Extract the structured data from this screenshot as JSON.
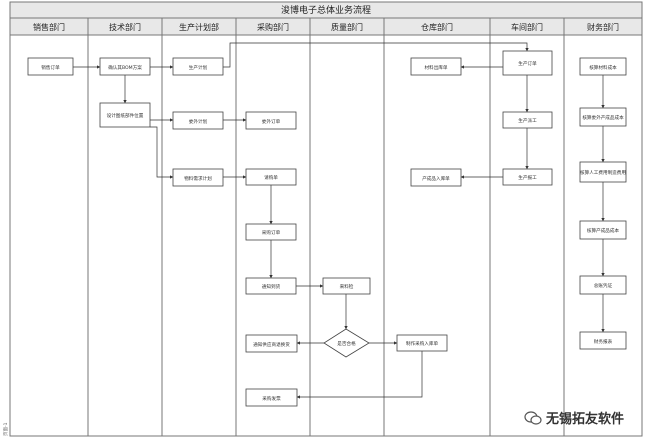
{
  "title": "浚博电子总体业务流程",
  "side_label": "页面-1",
  "watermark": "无锡拓友软件",
  "lanes": [
    {
      "id": "sales",
      "label": "销售部门"
    },
    {
      "id": "tech",
      "label": "技术部门"
    },
    {
      "id": "plan",
      "label": "生产计划部"
    },
    {
      "id": "purchase",
      "label": "采购部门"
    },
    {
      "id": "quality",
      "label": "质量部门"
    },
    {
      "id": "warehouse",
      "label": "仓库部门"
    },
    {
      "id": "workshop",
      "label": "车间部门"
    },
    {
      "id": "finance",
      "label": "财务部门"
    }
  ],
  "nodes": [
    {
      "id": "n1",
      "label": "销售订单"
    },
    {
      "id": "n2",
      "label": "确认其BOM方案"
    },
    {
      "id": "n3",
      "label": "设计图纸部件位置"
    },
    {
      "id": "n4",
      "label": "生产计划"
    },
    {
      "id": "n5",
      "label": "委外计划"
    },
    {
      "id": "n6",
      "label": "物料需求计划"
    },
    {
      "id": "n7",
      "label": "委外订单"
    },
    {
      "id": "n8",
      "label": "请购单"
    },
    {
      "id": "n9",
      "label": "采购订单"
    },
    {
      "id": "n10",
      "label": "通知到货"
    },
    {
      "id": "n11",
      "label": "通知供应商退换货"
    },
    {
      "id": "n12",
      "label": "采购发票"
    },
    {
      "id": "n13",
      "label": "来料检"
    },
    {
      "id": "n14",
      "label": "是否合格"
    },
    {
      "id": "n15",
      "label": "材料出库单"
    },
    {
      "id": "n16",
      "label": "产成品入库单"
    },
    {
      "id": "n17",
      "label": "制作采购入库单"
    },
    {
      "id": "n18",
      "label": "生产订单"
    },
    {
      "id": "n19",
      "label": "生产派工"
    },
    {
      "id": "n20",
      "label": "生产报工"
    },
    {
      "id": "n21",
      "label": "核算材料成本"
    },
    {
      "id": "n22",
      "label": "核算委外产成品成本"
    },
    {
      "id": "n23",
      "label": "核算人工费用制造费用"
    },
    {
      "id": "n24",
      "label": "核算产成品成本"
    },
    {
      "id": "n25",
      "label": "总账凭证"
    },
    {
      "id": "n26",
      "label": "财务报表"
    }
  ]
}
